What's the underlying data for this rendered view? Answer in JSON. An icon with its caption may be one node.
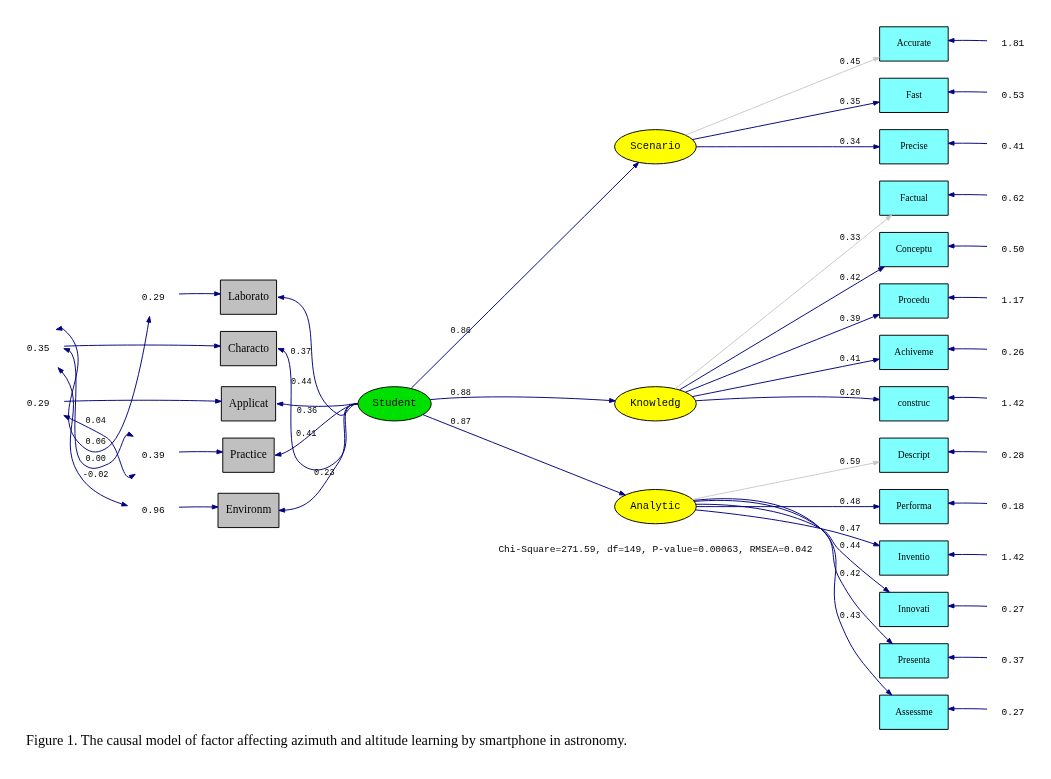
{
  "diagram": {
    "caption": "Figure 1. The causal model of factor affecting azimuth and altitude learning by smartphone in astronomy.",
    "nodes": [
      {
        "text": [
          "Laborato"
        ]
      },
      {
        "text": [
          "Characto"
        ]
      },
      {
        "text": [
          "Applicat"
        ]
      },
      {
        "text": [
          "Practice"
        ]
      },
      {
        "text": [
          "Environm"
        ]
      },
      {
        "text": [
          "0.29"
        ]
      },
      {
        "text": [
          "0.35"
        ]
      },
      {
        "text": [
          "0.29"
        ]
      },
      {
        "text": [
          "0.39"
        ]
      },
      {
        "text": [
          "0.96"
        ]
      },
      {
        "text": [
          "Student"
        ]
      },
      {
        "text": [
          "Scenario"
        ]
      },
      {
        "text": [
          "Knowledg"
        ]
      },
      {
        "text": [
          "Analytic"
        ]
      },
      {
        "text": [
          "Accurate"
        ]
      },
      {
        "text": [
          "Fast"
        ]
      },
      {
        "text": [
          "Precise"
        ]
      },
      {
        "text": [
          "Factual"
        ]
      },
      {
        "text": [
          "Conceptu"
        ]
      },
      {
        "text": [
          "Procedu"
        ]
      },
      {
        "text": [
          "Achiveme"
        ]
      },
      {
        "text": [
          "construc"
        ]
      },
      {
        "text": [
          "Descript"
        ]
      },
      {
        "text": [
          "Performa"
        ]
      },
      {
        "text": [
          "Inventio"
        ]
      },
      {
        "text": [
          "Innovati"
        ]
      },
      {
        "text": [
          "Presenta"
        ]
      },
      {
        "text": [
          "Assessme"
        ]
      },
      {
        "text": [
          "1.81"
        ]
      },
      {
        "text": [
          "0.53"
        ]
      },
      {
        "text": [
          "0.41"
        ]
      },
      {
        "text": [
          "0.62"
        ]
      },
      {
        "text": [
          "0.50"
        ]
      },
      {
        "text": [
          "1.17"
        ]
      },
      {
        "text": [
          "0.26"
        ]
      },
      {
        "text": [
          "1.42"
        ]
      },
      {
        "text": [
          "0.28"
        ]
      },
      {
        "text": [
          "0.18"
        ]
      },
      {
        "text": [
          "1.42"
        ]
      },
      {
        "text": [
          "0.27"
        ]
      },
      {
        "text": [
          "0.37"
        ]
      },
      {
        "text": [
          "0.27"
        ]
      }
    ],
    "edges": [
      {
        "from": 5,
        "to": 0,
        "arrow": "to"
      },
      {
        "from": 6,
        "to": 1,
        "arrow": "to"
      },
      {
        "from": 7,
        "to": 2,
        "arrow": "to"
      },
      {
        "from": 8,
        "to": 3,
        "arrow": "to"
      },
      {
        "from": 9,
        "to": 4,
        "arrow": "to"
      },
      {
        "from": 5,
        "to": 6,
        "arrow": "both",
        "label": "0.06"
      },
      {
        "from": 6,
        "to": 8,
        "arrow": "both",
        "label": "0.00"
      },
      {
        "from": 6,
        "to": 9,
        "arrow": "both",
        "label": "-0.02"
      },
      {
        "from": 7,
        "to": 8,
        "arrow": "both",
        "label": "0.04"
      },
      {
        "from": 10,
        "to": 0,
        "arrow": "to",
        "label": "0.37"
      },
      {
        "from": 10,
        "to": 1,
        "arrow": "to",
        "label": "0.44"
      },
      {
        "from": 10,
        "to": 2,
        "arrow": "to",
        "label": "0.36"
      },
      {
        "from": 10,
        "to": 3,
        "arrow": "to",
        "label": "0.41"
      },
      {
        "from": 10,
        "to": 4,
        "arrow": "to",
        "label": "0.23"
      },
      {
        "from": 10,
        "to": 11,
        "arrow": "to",
        "label": "0.86"
      },
      {
        "from": 10,
        "to": 12,
        "arrow": "to",
        "label": "0.88"
      },
      {
        "from": 10,
        "to": 13,
        "arrow": "to",
        "label": "0.87"
      },
      {
        "from": 11,
        "to": 14,
        "arrow": "to",
        "label": "0.45",
        "color": "#c8c8c8"
      },
      {
        "from": 11,
        "to": 15,
        "arrow": "to",
        "label": "0.35"
      },
      {
        "from": 11,
        "to": 16,
        "arrow": "to",
        "label": "0.34"
      },
      {
        "from": 12,
        "to": 17,
        "arrow": "to",
        "label": "0.33",
        "color": "#c8c8c8"
      },
      {
        "from": 12,
        "to": 18,
        "arrow": "to",
        "label": "0.42"
      },
      {
        "from": 12,
        "to": 19,
        "arrow": "to",
        "label": "0.39"
      },
      {
        "from": 12,
        "to": 20,
        "arrow": "to",
        "label": "0.41"
      },
      {
        "from": 12,
        "to": 21,
        "arrow": "to",
        "label": "0.20"
      },
      {
        "from": 13,
        "to": 22,
        "arrow": "to",
        "label": "0.59",
        "color": "#c8c8c8"
      },
      {
        "from": 13,
        "to": 23,
        "arrow": "to",
        "label": "0.48"
      },
      {
        "from": 13,
        "to": 24,
        "arrow": "to",
        "label": "0.47"
      },
      {
        "from": 13,
        "to": 25,
        "arrow": "to",
        "label": "0.44"
      },
      {
        "from": 13,
        "to": 26,
        "arrow": "to",
        "label": "0.42"
      },
      {
        "from": 13,
        "to": 27,
        "arrow": "to",
        "label": "0.43"
      },
      {
        "from": 28,
        "to": 14,
        "arrow": "to"
      },
      {
        "from": 29,
        "to": 15,
        "arrow": "to"
      },
      {
        "from": 30,
        "to": 16,
        "arrow": "to"
      },
      {
        "from": 31,
        "to": 17,
        "arrow": "to"
      },
      {
        "from": 32,
        "to": 18,
        "arrow": "to"
      },
      {
        "from": 33,
        "to": 19,
        "arrow": "to"
      },
      {
        "from": 34,
        "to": 20,
        "arrow": "to"
      },
      {
        "from": 35,
        "to": 21,
        "arrow": "to"
      },
      {
        "from": 36,
        "to": 22,
        "arrow": "to"
      },
      {
        "from": 37,
        "to": 23,
        "arrow": "to"
      },
      {
        "from": 38,
        "to": 24,
        "arrow": "to"
      },
      {
        "from": 39,
        "to": 25,
        "arrow": "to"
      },
      {
        "from": 40,
        "to": 26,
        "arrow": "to"
      },
      {
        "from": 41,
        "to": 27,
        "arrow": "to"
      }
    ],
    "labels": [
      "Chi-Square=271.59, df=149, P-value=0.00063, RMSEA=0.042"
    ]
  }
}
